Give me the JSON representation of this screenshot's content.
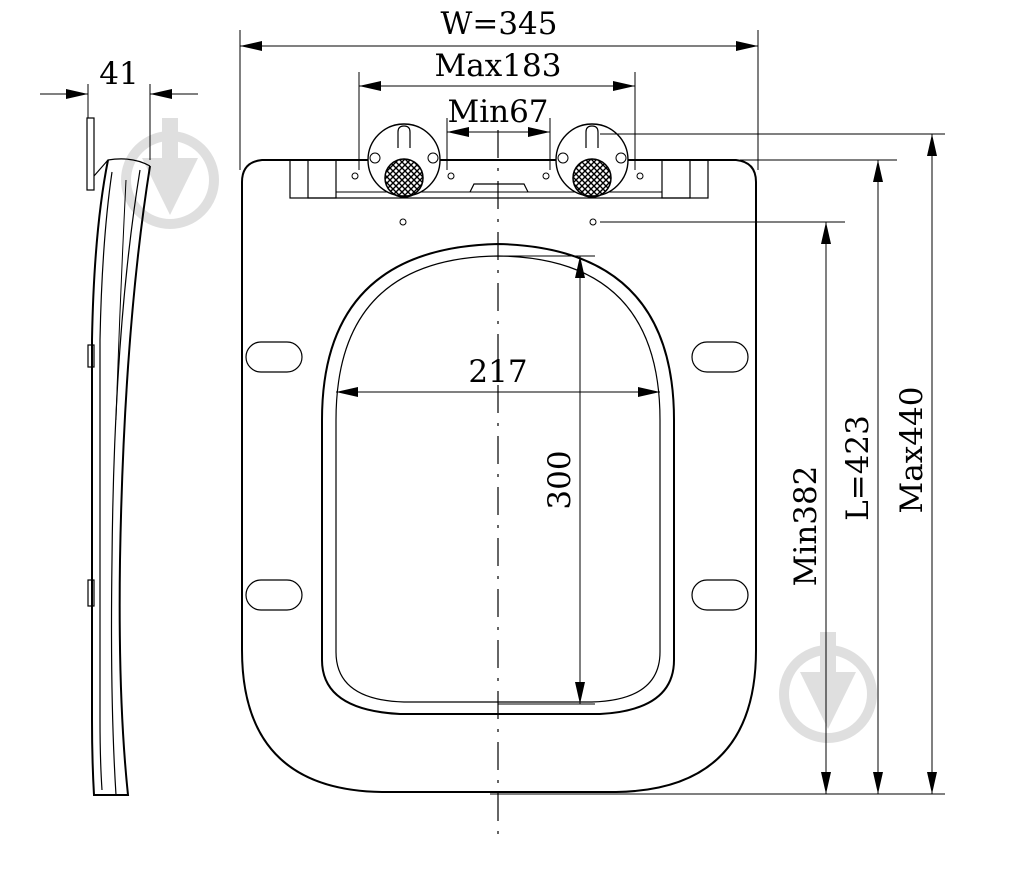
{
  "dimensions": {
    "overall_width": "W=345",
    "hinge_max": "Max183",
    "hinge_min": "Min67",
    "thickness": "41",
    "opening_width": "217",
    "opening_length": "300",
    "length_min": "Min382",
    "length": "L=423",
    "length_max": "Max440"
  },
  "colors": {
    "line": "#000000",
    "watermark": "#dcdcdc"
  },
  "watermark": {
    "icon": "download-arrow-icon"
  }
}
